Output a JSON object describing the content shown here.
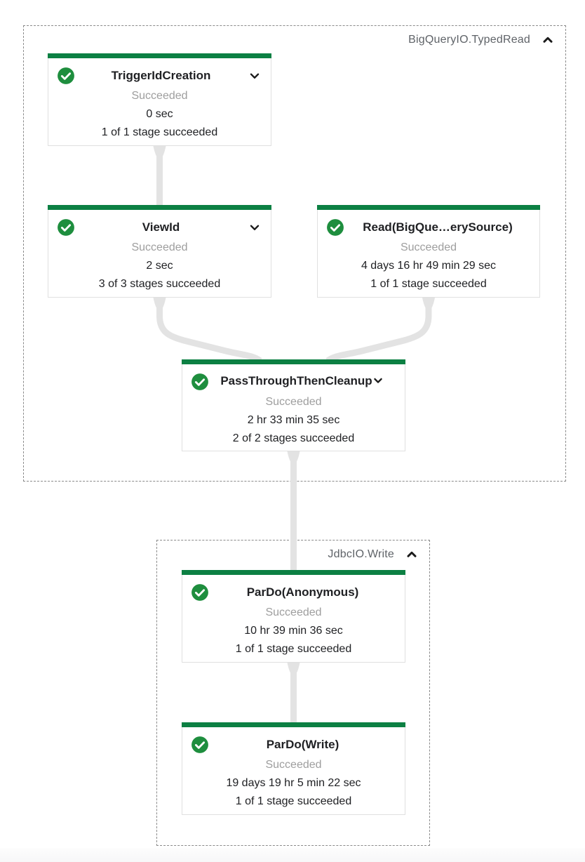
{
  "diagram": {
    "groups": [
      {
        "label": "BigQueryIO.TypedRead",
        "collapse_icon": "chevron-up-icon",
        "state": "expanded"
      },
      {
        "label": "JdbcIO.Write",
        "collapse_icon": "chevron-up-icon",
        "state": "expanded"
      }
    ],
    "nodes": [
      {
        "title": "TriggerIdCreation",
        "status": "Succeeded",
        "duration": "0 sec",
        "stages": "1 of 1 stage succeeded",
        "state_icon": "check-circle",
        "expand_icon": "chevron-down-icon"
      },
      {
        "title": "ViewId",
        "status": "Succeeded",
        "duration": "2 sec",
        "stages": "3 of 3 stages succeeded",
        "state_icon": "check-circle",
        "expand_icon": "chevron-down-icon"
      },
      {
        "title": "Read(BigQue…erySource)",
        "status": "Succeeded",
        "duration": "4 days 16 hr 49 min 29 sec",
        "stages": "1 of 1 stage succeeded",
        "state_icon": "check-circle",
        "expand_icon": null
      },
      {
        "title": "PassThroughThenCleanup",
        "status": "Succeeded",
        "duration": "2 hr 33 min 35 sec",
        "stages": "2 of 2 stages succeeded",
        "state_icon": "check-circle",
        "expand_icon": "chevron-down-icon"
      },
      {
        "title": "ParDo(Anonymous)",
        "status": "Succeeded",
        "duration": "10 hr 39 min 36 sec",
        "stages": "1 of 1 stage succeeded",
        "state_icon": "check-circle",
        "expand_icon": null
      },
      {
        "title": "ParDo(Write)",
        "status": "Succeeded",
        "duration": "19 days 19 hr 5 min 22 sec",
        "stages": "1 of 1 stage succeeded",
        "state_icon": "check-circle",
        "expand_icon": null
      }
    ],
    "edges": [
      {
        "from": "TriggerIdCreation",
        "to": "ViewId"
      },
      {
        "from": "ViewId",
        "to": "PassThroughThenCleanup"
      },
      {
        "from": "Read(BigQue…erySource)",
        "to": "PassThroughThenCleanup"
      },
      {
        "from": "PassThroughThenCleanup",
        "to": "ParDo(Anonymous)"
      },
      {
        "from": "ParDo(Anonymous)",
        "to": "ParDo(Write)"
      }
    ]
  },
  "colors": {
    "status_bar_green": "#0c8043",
    "check_circle_green": "#1e8e3e",
    "succeeded_text": "#9e9e9e",
    "primary_text": "#202124",
    "group_label_text": "#5f6368",
    "connector_gray": "#e3e3e3",
    "card_border": "#e0e0e0",
    "group_border": "#8a8a8a"
  }
}
